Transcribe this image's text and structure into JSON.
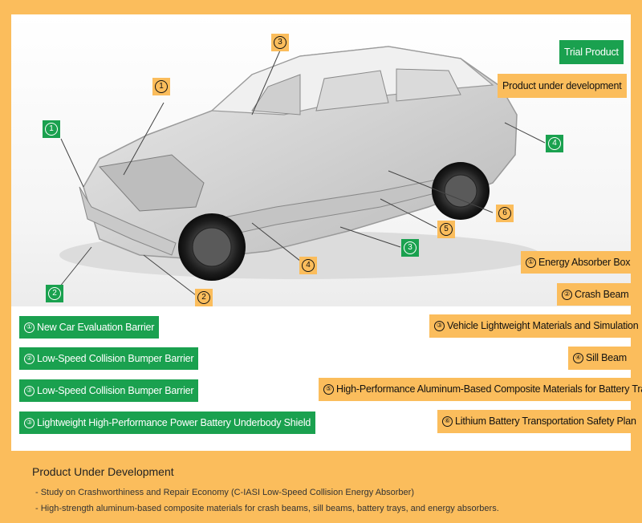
{
  "legend": {
    "trial_product": "Trial Product",
    "product_under_development": "Product under development"
  },
  "markers": {
    "m1_orange": "1",
    "m3_orange": "3",
    "m1_green": "1",
    "m4_green": "4",
    "m6_orange": "6",
    "m5_orange": "5",
    "m3_green": "3",
    "m4_orange": "4",
    "m2_green": "2",
    "m2_orange": "2"
  },
  "orange_labels": [
    {
      "num": "①",
      "text": "Energy Absorber Box"
    },
    {
      "num": "②",
      "text": "Crash Beam"
    },
    {
      "num": "③",
      "text": "Vehicle Lightweight Materials and Simulation"
    },
    {
      "num": "④",
      "text": "Sill Beam"
    },
    {
      "num": "⑤",
      "text": "High-Performance Aluminum-Based Composite Materials for Battery Trays"
    },
    {
      "num": "⑥",
      "text": "Lithium Battery Transportation Safety Plan"
    }
  ],
  "green_labels": [
    {
      "num": "①",
      "text": "New Car Evaluation Barrier"
    },
    {
      "num": "②",
      "text": "Low-Speed Collision Bumper Barrier"
    },
    {
      "num": "③",
      "text": "Low-Speed Collision Bumper Barrier"
    },
    {
      "num": "③",
      "text": "Lightweight High-Performance Power Battery Underbody Shield"
    }
  ],
  "footer": {
    "title": "Product Under Development",
    "items": [
      "- Study on Crashworthiness and Repair Economy (C-IASI Low-Speed Collision Energy Absorber)",
      "- High-strength aluminum-based composite materials for crash beams, sill beams, battery trays, and energy absorbers."
    ]
  },
  "colors": {
    "accent_orange": "#fbbd5c",
    "accent_green": "#1aa14f"
  }
}
